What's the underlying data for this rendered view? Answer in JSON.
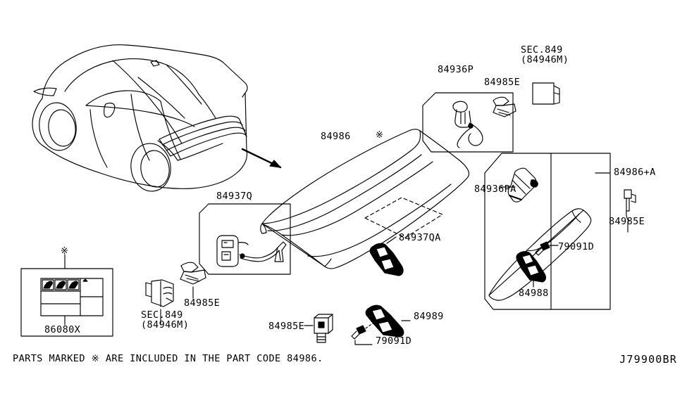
{
  "diagram": {
    "code": "J79900BR",
    "footnote": "PARTS MARKED ※ ARE INCLUDED IN THE PART CODE 84986.",
    "asterisk_glyph": "※",
    "line_color": "#000000",
    "background_color": "#ffffff"
  },
  "labels": {
    "car_callout": "84937Q",
    "main_panel": "84986",
    "top_harness": "84936P",
    "top_clip": "84985E",
    "top_sec849": "SEC.849",
    "top_sec849_sub": "(84946M)",
    "right_finisher": "84936PA",
    "right_group": "84986+A",
    "right_clip": "84985E",
    "right_screw": "79091D",
    "right_bracket": "84988",
    "center_bracket": "84937QA",
    "lower_bracket": "84989",
    "lower_screw": "79091D",
    "left_clip": "84985E",
    "left_sec849": "SEC.849",
    "left_sec849_sub": "(84946M)",
    "caution_label": "86080X",
    "bottom_clip": "84985E"
  },
  "markers": {
    "panel_asterisk": "※",
    "caution_asterisk": "※"
  }
}
